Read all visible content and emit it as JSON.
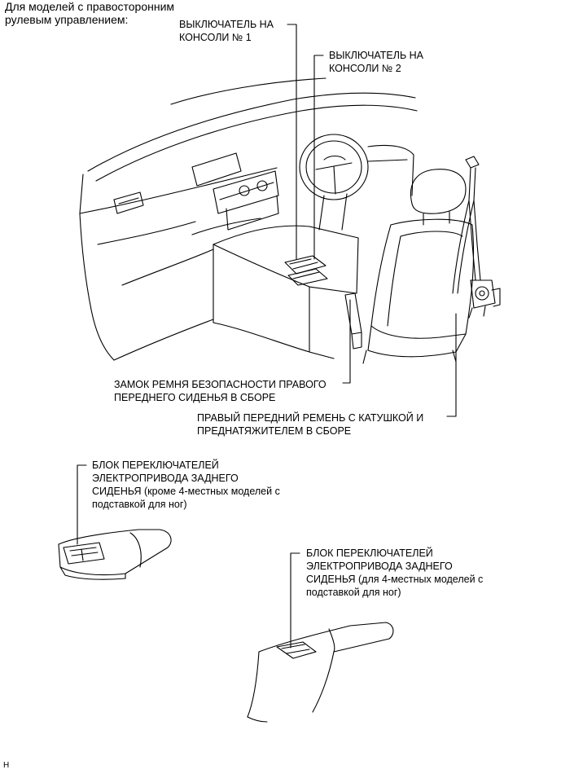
{
  "heading": "Для моделей с правосторонним\nрулевым управлением:",
  "labels": {
    "console_switch_1": "ВЫКЛЮЧАТЕЛЬ НА\nКОНСОЛИ № 1",
    "console_switch_2": "ВЫКЛЮЧАТЕЛЬ НА\nКОНСОЛИ № 2",
    "buckle": "ЗАМОК РЕМНЯ БЕЗОПАСНОСТИ ПРАВОГО\nПЕРЕДНЕГО СИДЕНЬЯ В СБОРЕ",
    "belt": "ПРАВЫЙ ПЕРЕДНИЙ РЕМЕНЬ С КАТУШКОЙ И\nПРЕДНАТЯЖИТЕЛЕМ В СБОРЕ",
    "rear_switch_a": "БЛОК ПЕРЕКЛЮЧАТЕЛЕЙ\nЭЛЕКТРОПРИВОДА ЗАДНЕГО\nСИДЕНЬЯ (кроме 4-местных моделей с\nподставкой для ног)",
    "rear_switch_b": "БЛОК ПЕРЕКЛЮЧАТЕЛЕЙ\nЭЛЕКТРОПРИВОДА ЗАДНЕГО\nСИДЕНЬЯ (для 4-местных моделей с\nподставкой для ног)"
  },
  "footer": "H"
}
